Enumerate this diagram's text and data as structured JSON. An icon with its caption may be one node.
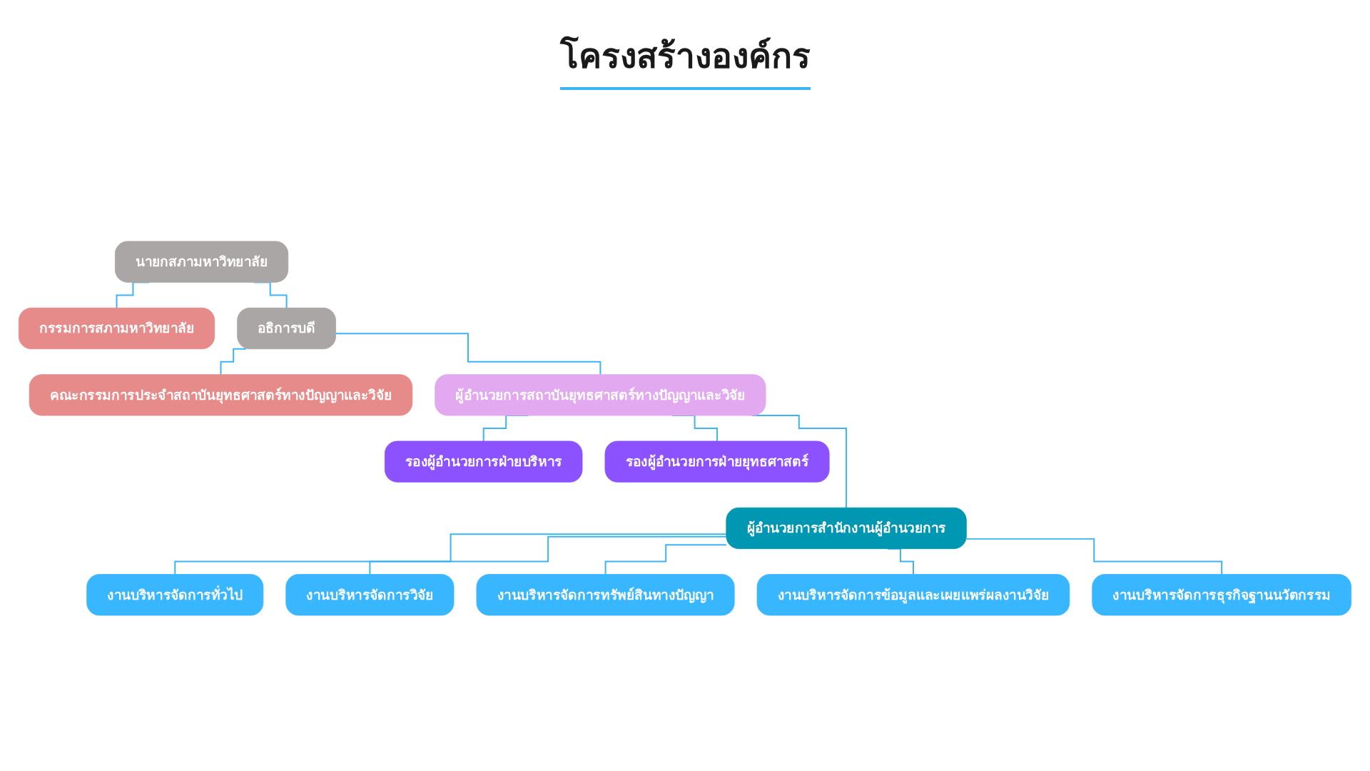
{
  "diagram": {
    "title": "โครงสร้างองค์กร",
    "nodes": [
      {
        "text": [
          "นายกสภามหาวิทยาลัย"
        ]
      },
      {
        "text": [
          "กรรมการสภามหาวิทยาลัย"
        ]
      },
      {
        "text": [
          "อธิการบดี"
        ]
      },
      {
        "text": [
          "คณะกรรมการประจำสถาบันยุทธศาสตร์ทางปัญญาและวิจัย"
        ]
      },
      {
        "text": [
          "ผู้อำนวยการสถาบันยุทธศาสตร์ทางปัญญาและวิจัย"
        ]
      },
      {
        "text": [
          "รองผู้อำนวยการฝ่ายบริหาร"
        ]
      },
      {
        "text": [
          "รองผู้อำนวยการฝ่ายยุทธศาสตร์"
        ]
      },
      {
        "text": [
          "ผู้อำนวยการสำนักงานผู้อำนวยการ"
        ]
      },
      {
        "text": [
          "งานบริหารจัดการทั่วไป"
        ]
      },
      {
        "text": [
          "งานบริหารจัดการวิจัย"
        ]
      },
      {
        "text": [
          "งานบริหารจัดการทรัพย์สินทางปัญญา"
        ]
      },
      {
        "text": [
          "งานบริหารจัดการข้อมูลและเผยแพร่ผลงานวิจัย"
        ]
      },
      {
        "text": [
          "งานบริหารจัดการธุรกิจฐานนวัตกรรม"
        ]
      }
    ],
    "edges": [
      {
        "from": 0,
        "to": 1,
        "arrow": "none"
      },
      {
        "from": 0,
        "to": 2,
        "arrow": "none"
      },
      {
        "from": 2,
        "to": 3,
        "arrow": "none"
      },
      {
        "from": 2,
        "to": 4,
        "arrow": "none"
      },
      {
        "from": 4,
        "to": 5,
        "arrow": "none"
      },
      {
        "from": 4,
        "to": 6,
        "arrow": "none"
      },
      {
        "from": 4,
        "to": 7,
        "arrow": "none"
      },
      {
        "from": 7,
        "to": 8,
        "arrow": "none"
      },
      {
        "from": 7,
        "to": 9,
        "arrow": "none"
      },
      {
        "from": 7,
        "to": 10,
        "arrow": "none"
      },
      {
        "from": 7,
        "to": 11,
        "arrow": "none"
      },
      {
        "from": 7,
        "to": 12,
        "arrow": "none"
      }
    ]
  }
}
